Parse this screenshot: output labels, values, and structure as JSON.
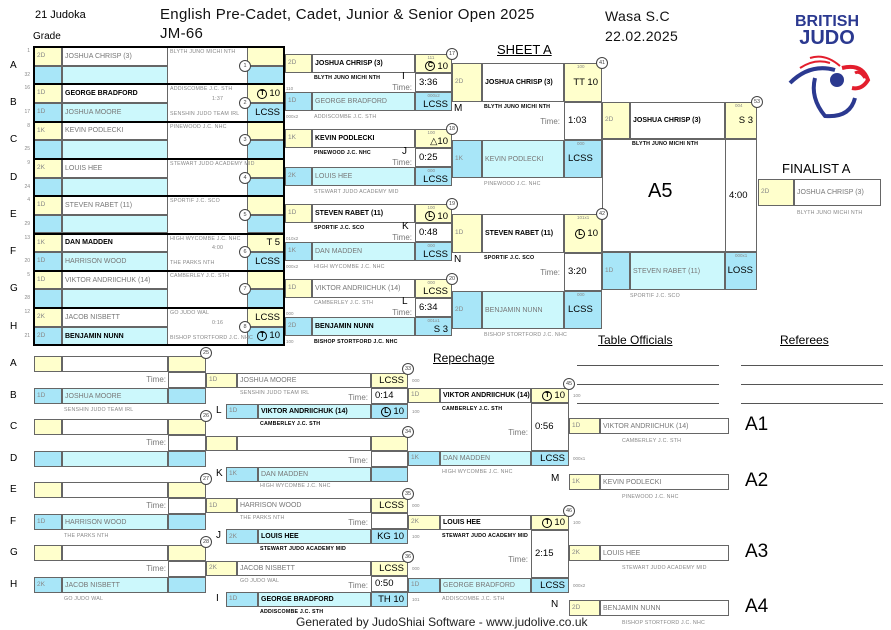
{
  "header": {
    "count": "21 Judoka",
    "grade_label": "Grade",
    "title": "English Pre-Cadet, Cadet, Junior & Senior Open 2025",
    "category": "JM-66",
    "club": "Wasa  S.C",
    "date": "22.02.2025",
    "sheet": "SHEET A",
    "repechage": "Repechage",
    "table_officials": "Table Officials",
    "referees": "Referees",
    "finalist_label": "FINALIST A",
    "footer": "Generated by JudoShiai Software - www.judolive.co.uk",
    "time_label": "Time:"
  },
  "logo": {
    "text": [
      "BRITISH",
      "JUDO"
    ],
    "colors": {
      "blue": "#2b3990",
      "red": "#e31e2d"
    }
  },
  "colors": {
    "yellow": "#ffffcc",
    "blue": "#a8e6f8",
    "cyan": "#ccf8fc"
  },
  "round1": [
    {
      "letter": "A",
      "nums": [
        "1",
        "32"
      ],
      "match": "1",
      "time": "",
      "top": {
        "grade": "2D",
        "name": "JOSHUA CHRISP (3)",
        "club": "BLYTH JUNO MICHI NTH",
        "score": ""
      },
      "bottom": {}
    },
    {
      "letter": "B",
      "nums": [
        "16",
        "17"
      ],
      "match": "2",
      "time": "1:37",
      "top": {
        "grade": "1D",
        "name": "GEORGE BRADFORD",
        "club": "ADDISCOMBE J.C. STH",
        "score": "10",
        "score_icon": "T",
        "win": true
      },
      "bottom": {
        "grade": "1D",
        "name": "JOSHUA MOORE",
        "club": "SENSHIN JUDO TEAM IRL",
        "score": "LCSS"
      }
    },
    {
      "letter": "C",
      "nums": [
        "8",
        "25"
      ],
      "match": "3",
      "time": "",
      "top": {
        "grade": "1K",
        "name": "KEVIN PODLECKI",
        "club": "PINEWOOD J.C. NHC",
        "score": ""
      },
      "bottom": {}
    },
    {
      "letter": "D",
      "nums": [
        "9",
        "24"
      ],
      "match": "4",
      "time": "",
      "top": {
        "grade": "2K",
        "name": "LOUIS HEE",
        "club": "STEWART JUDO ACADEMY MID",
        "score": ""
      },
      "bottom": {}
    },
    {
      "letter": "E",
      "nums": [
        "4",
        "29"
      ],
      "match": "5",
      "time": "",
      "top": {
        "grade": "1D",
        "name": "STEVEN RABET (11)",
        "club": "SPORTIF J.C. SCO",
        "score": ""
      },
      "bottom": {}
    },
    {
      "letter": "F",
      "nums": [
        "13",
        "20"
      ],
      "match": "6",
      "time": "4:00",
      "top": {
        "grade": "1K",
        "name": "DAN MADDEN",
        "club": "HIGH WYCOMBE J.C. NHC",
        "score": "T 5",
        "win": true
      },
      "bottom": {
        "grade": "1D",
        "name": "HARRISON WOOD",
        "club": "THE PARKS NTH",
        "score": "LCSS"
      }
    },
    {
      "letter": "G",
      "nums": [
        "5",
        "28"
      ],
      "match": "7",
      "time": "",
      "top": {
        "grade": "1D",
        "name": "VIKTOR ANDRIICHUK (14)",
        "club": "CAMBERLEY J.C. STH",
        "score": ""
      },
      "bottom": {}
    },
    {
      "letter": "H",
      "nums": [
        "12",
        "21"
      ],
      "match": "8",
      "time": "0:16",
      "top": {
        "grade": "2K",
        "name": "JACOB NISBETT",
        "club": "GO JUDO WAL",
        "score": "LCSS"
      },
      "bottom": {
        "grade": "2D",
        "name": "BENJAMIN NUNN",
        "club": "BISHOP STORTFORD J.C. NHC",
        "score": "10",
        "score_icon": "T",
        "win": true
      }
    }
  ],
  "round2": [
    {
      "match": "17",
      "letter": "I",
      "time": "3:36",
      "codes_left": [
        "110",
        "000x2"
      ],
      "top": {
        "grade": "2D",
        "name": "JOSHUA CHRISP (3)",
        "club": "BLYTH JUNO MICHI NTH",
        "score": "10",
        "score_icon": "C",
        "code": "111",
        "win": true
      },
      "bottom": {
        "grade": "1D",
        "name": "GEORGE BRADFORD",
        "club": "ADDISCOMBE J.C. STH",
        "score": "LCSS",
        "code": "000x2"
      }
    },
    {
      "match": "18",
      "letter": "J",
      "time": "0:25",
      "codes_left": [],
      "top": {
        "grade": "1K",
        "name": "KEVIN PODLECKI",
        "club": "PINEWOOD J.C. NHC",
        "score": "△10",
        "code": "100",
        "win": true
      },
      "bottom": {
        "grade": "2K",
        "name": "LOUIS HEE",
        "club": "STEWART JUDO ACADEMY MID",
        "score": "LCSS",
        "code": "000"
      }
    },
    {
      "match": "19",
      "letter": "K",
      "time": "0:48",
      "codes_left": [
        "010x2",
        "000x2"
      ],
      "top": {
        "grade": "1D",
        "name": "STEVEN RABET (11)",
        "club": "SPORTIF J.C. SCO",
        "score": "10",
        "score_icon": "L",
        "code": "100",
        "win": true
      },
      "bottom": {
        "grade": "1K",
        "name": "DAN MADDEN",
        "club": "HIGH WYCOMBE J.C. NHC",
        "score": "LCSS",
        "code": "000"
      }
    },
    {
      "match": "20",
      "letter": "L",
      "time": "6:34",
      "codes_left": [
        "000",
        "100"
      ],
      "top": {
        "grade": "1D",
        "name": "VIKTOR ANDRIICHUK (14)",
        "club": "CAMBERLEY J.C. STH",
        "score": "LCSS",
        "code": "000"
      },
      "bottom": {
        "grade": "2D",
        "name": "BENJAMIN NUNN",
        "club": "BISHOP STORTFORD J.C. NHC",
        "score": "S 3",
        "code": "001x1",
        "win": true
      }
    }
  ],
  "round3": [
    {
      "match": "41",
      "letter": "M",
      "time": "1:03",
      "top": {
        "grade": "2D",
        "name": "JOSHUA CHRISP (3)",
        "club": "BLYTH JUNO MICHI NTH",
        "score": "TT 10",
        "code": "100",
        "win": true
      },
      "bottom": {
        "grade": "1K",
        "name": "KEVIN PODLECKI",
        "club": "PINEWOOD J.C. NHC",
        "score": "LCSS",
        "code": "000"
      }
    },
    {
      "match": "42",
      "letter": "N",
      "time": "3:20",
      "top": {
        "grade": "1D",
        "name": "STEVEN RABET (11)",
        "club": "SPORTIF J.C. SCO",
        "score": "10",
        "score_icon": "L",
        "code": "101x1",
        "win": true
      },
      "bottom": {
        "grade": "2D",
        "name": "BENJAMIN NUNN",
        "club": "BISHOP STORTFORD J.C. NHC",
        "score": "LCSS",
        "code": "000"
      }
    }
  ],
  "semi": {
    "match": "53",
    "label": "A5",
    "time": "4:00",
    "top": {
      "grade": "2D",
      "name": "JOSHUA CHRISP (3)",
      "club": "BLYTH JUNO MICHI NTH",
      "score": "S 3",
      "code": "004",
      "win": true
    },
    "bottom": {
      "grade": "1D",
      "name": "STEVEN RABET (11)",
      "club": "SPORTIF J.C. SCO",
      "score": "LOSS",
      "code": "000x1"
    }
  },
  "finalist": {
    "grade": "2D",
    "name": "JOSHUA CHRISP (3)",
    "club": "BLYTH JUNO MICHI NTH"
  },
  "rep1": [
    {
      "match": "25",
      "letters": [
        "A",
        "B"
      ],
      "top": {},
      "bottom": {
        "grade": "1D",
        "name": "JOSHUA MOORE",
        "club": "SENSHIN JUDO TEAM IRL"
      }
    },
    {
      "match": "26",
      "letters": [
        "C",
        "D"
      ],
      "top": {},
      "bottom": {}
    },
    {
      "match": "27",
      "letters": [
        "E",
        "F"
      ],
      "top": {},
      "bottom": {
        "grade": "1D",
        "name": "HARRISON WOOD",
        "club": "THE PARKS NTH"
      }
    },
    {
      "match": "28",
      "letters": [
        "G",
        "H"
      ],
      "top": {},
      "bottom": {
        "grade": "2K",
        "name": "JACOB NISBETT",
        "club": "GO JUDO WAL"
      }
    }
  ],
  "rep2": [
    {
      "match": "33",
      "letter": "L",
      "time": "0:14",
      "top": {
        "grade": "1D",
        "name": "JOSHUA MOORE",
        "club": "SENSHIN JUDO TEAM IRL",
        "score": "LCSS",
        "code": "000"
      },
      "bottom": {
        "grade": "1D",
        "name": "VIKTOR ANDRIICHUK (14)",
        "club": "CAMBERLEY J.C. STH",
        "score": "10",
        "score_icon": "L",
        "code": "100",
        "win": true
      }
    },
    {
      "match": "34",
      "letter": "K",
      "time": "",
      "top": {},
      "bottom": {
        "grade": "1K",
        "name": "DAN MADDEN",
        "club": "HIGH WYCOMBE J.C. NHC"
      }
    },
    {
      "match": "35",
      "letter": "J",
      "time": "",
      "top": {
        "grade": "1D",
        "name": "HARRISON WOOD",
        "club": "THE PARKS NTH",
        "score": "LCSS",
        "code": "000"
      },
      "bottom": {
        "grade": "2K",
        "name": "LOUIS HEE",
        "club": "STEWART JUDO ACADEMY MID",
        "score": "KG 10",
        "code": "100",
        "win": true
      }
    },
    {
      "match": "36",
      "letter": "I",
      "time": "0:50",
      "top": {
        "grade": "2K",
        "name": "JACOB NISBETT",
        "club": "GO JUDO WAL",
        "score": "LCSS",
        "code": "000"
      },
      "bottom": {
        "grade": "1D",
        "name": "GEORGE BRADFORD",
        "club": "ADDISCOMBE J.C. STH",
        "score": "TH 10",
        "code": "101",
        "win": true
      }
    }
  ],
  "rep3": [
    {
      "match": "45",
      "time": "0:56",
      "top": {
        "grade": "1D",
        "name": "VIKTOR ANDRIICHUK (14)",
        "club": "CAMBERLEY J.C. STH",
        "score": "10",
        "score_icon": "T",
        "code": "100",
        "win": true
      },
      "bottom": {
        "grade": "1K",
        "name": "DAN MADDEN",
        "club": "HIGH WYCOMBE J.C. NHC",
        "score": "LCSS",
        "code": "000x1"
      }
    },
    {
      "match": "46",
      "time": "2:15",
      "top": {
        "grade": "2K",
        "name": "LOUIS HEE",
        "club": "STEWART JUDO ACADEMY MID",
        "score": "10",
        "score_icon": "T",
        "code": "100",
        "win": true
      },
      "bottom": {
        "grade": "1D",
        "name": "GEORGE BRADFORD",
        "club": "ADDISCOMBE J.C. STH",
        "score": "LCSS",
        "code": "000x2"
      }
    }
  ],
  "bronze": [
    {
      "label": "A1",
      "letter": "",
      "grade": "1D",
      "name": "VIKTOR ANDRIICHUK (14)",
      "club": "CAMBERLEY J.C. STH"
    },
    {
      "label": "A2",
      "letter": "M",
      "grade": "1K",
      "name": "KEVIN PODLECKI",
      "club": "PINEWOOD J.C. NHC"
    },
    {
      "label": "A3",
      "letter": "",
      "grade": "2K",
      "name": "LOUIS HEE",
      "club": "STEWART JUDO ACADEMY MID"
    },
    {
      "label": "A4",
      "letter": "N",
      "grade": "2D",
      "name": "BENJAMIN NUNN",
      "club": "BISHOP STORTFORD J.C. NHC"
    }
  ]
}
